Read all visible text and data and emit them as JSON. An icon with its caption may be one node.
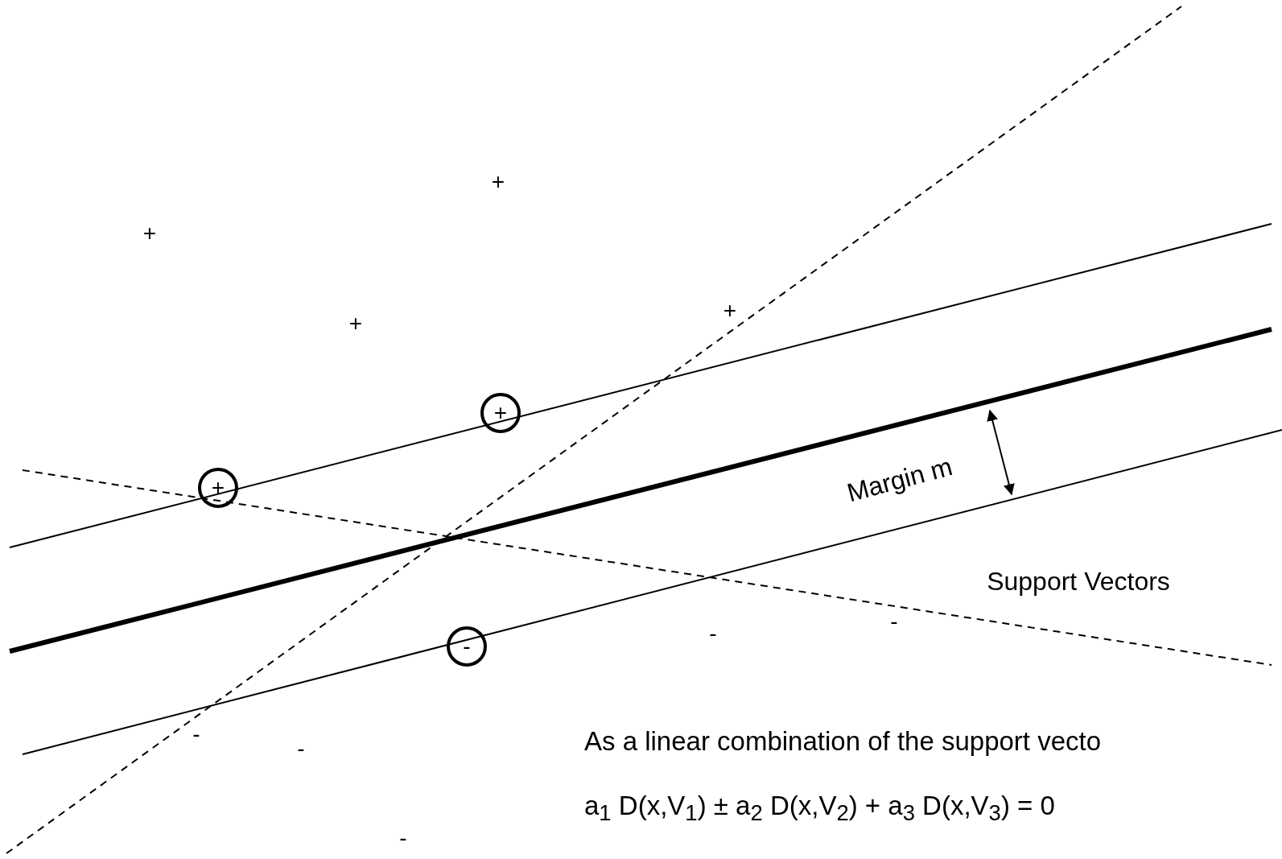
{
  "diagram": {
    "nodes": [
      {
        "text": [
          "+"
        ]
      },
      {
        "text": [
          "+"
        ]
      },
      {
        "text": [
          "-"
        ]
      }
    ],
    "labels": [
      "+",
      "+",
      "+",
      "+",
      "Margin m",
      "Support Vectors",
      "-",
      "-",
      "-",
      "As a linear combination of the support vecto",
      "-",
      "a$_{1}$ D(x,V$_{1}$) ± a$_{2}$ D(x,V$_{2}$) + a$_{3}$ D(x,V$_{3}$) = 0",
      "-"
    ]
  }
}
